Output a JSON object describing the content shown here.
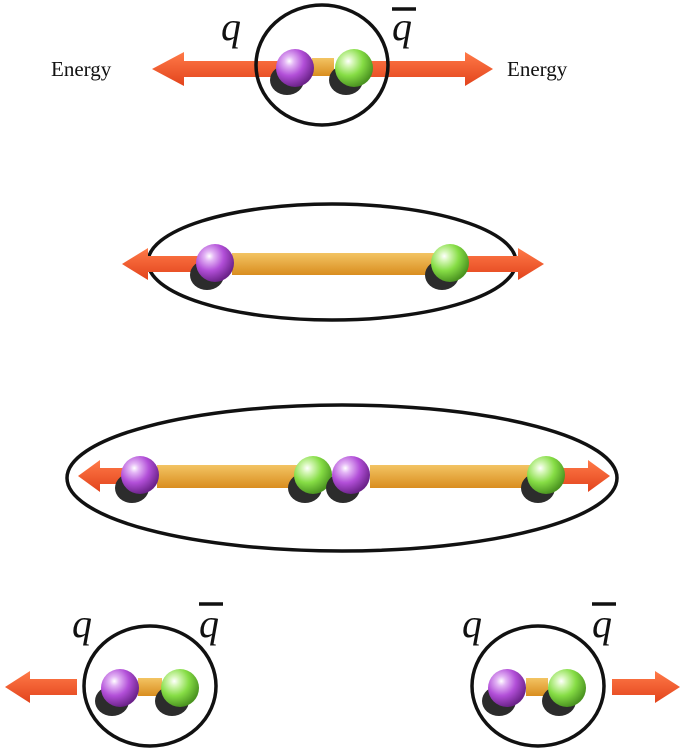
{
  "labels": {
    "energy_left": "Energy",
    "energy_right": "Energy",
    "quark": "q",
    "antiquark": "q"
  },
  "colors": {
    "quark": "#b24fd8",
    "antiquark": "#86dd45",
    "string": "#eaa93a",
    "arrow": "#f05a2a",
    "outline": "#111111",
    "shadow": "#2c2c2c"
  },
  "icons": {
    "quark": "purple-sphere-icon",
    "antiquark": "green-sphere-icon",
    "energy": "arrow-icon"
  },
  "stages": [
    {
      "name": "meson-initial",
      "description_hidden": false
    },
    {
      "name": "meson-stretched"
    },
    {
      "name": "string-break"
    },
    {
      "name": "two-mesons"
    }
  ]
}
